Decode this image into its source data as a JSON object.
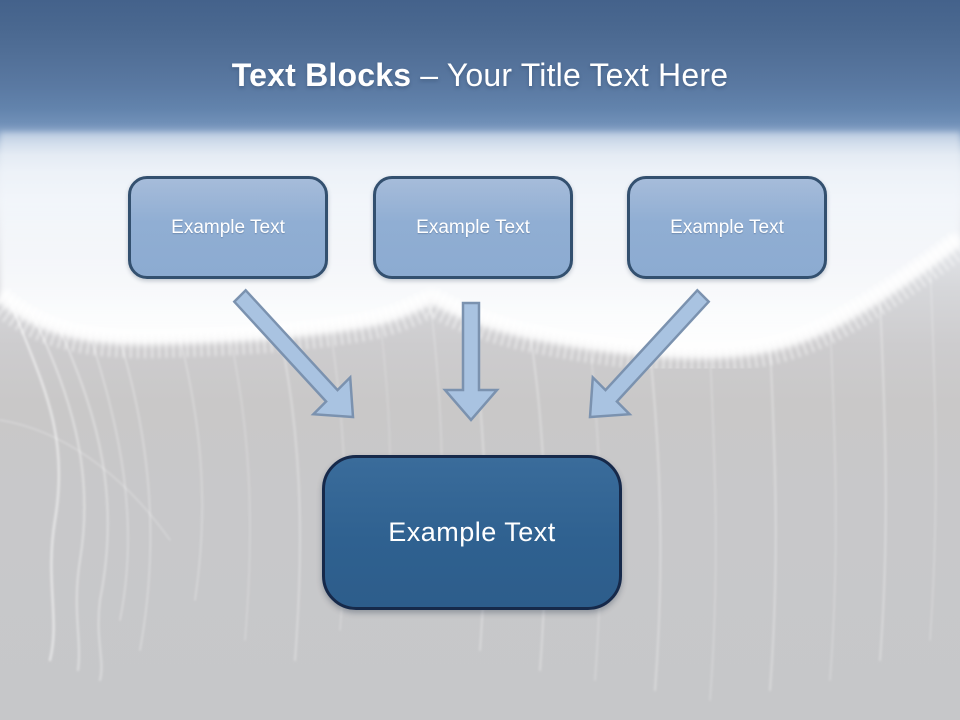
{
  "title": {
    "bold": "Text Blocks",
    "rest": "– Your Title Text Here"
  },
  "blocks": [
    {
      "label": "Example Text"
    },
    {
      "label": "Example Text"
    },
    {
      "label": "Example Text"
    }
  ],
  "main_block": {
    "label": "Example Text"
  },
  "icons": {
    "arrow_1": "arrow-down-right",
    "arrow_2": "arrow-down",
    "arrow_3": "arrow-down-left"
  },
  "background": "jellyfish-photo",
  "colors": {
    "box-border": "#33506f",
    "box-fill": "#90aed3",
    "main-border": "#16294a",
    "main-fill": "#2f6190",
    "arrow-fill": "#a9c3e1",
    "arrow-stroke": "#7b92af",
    "header-blue-top": "#44628b",
    "header-blue-mid": "#6283ac",
    "page-gray": "#c8c8ca",
    "text": "#ffffff"
  }
}
